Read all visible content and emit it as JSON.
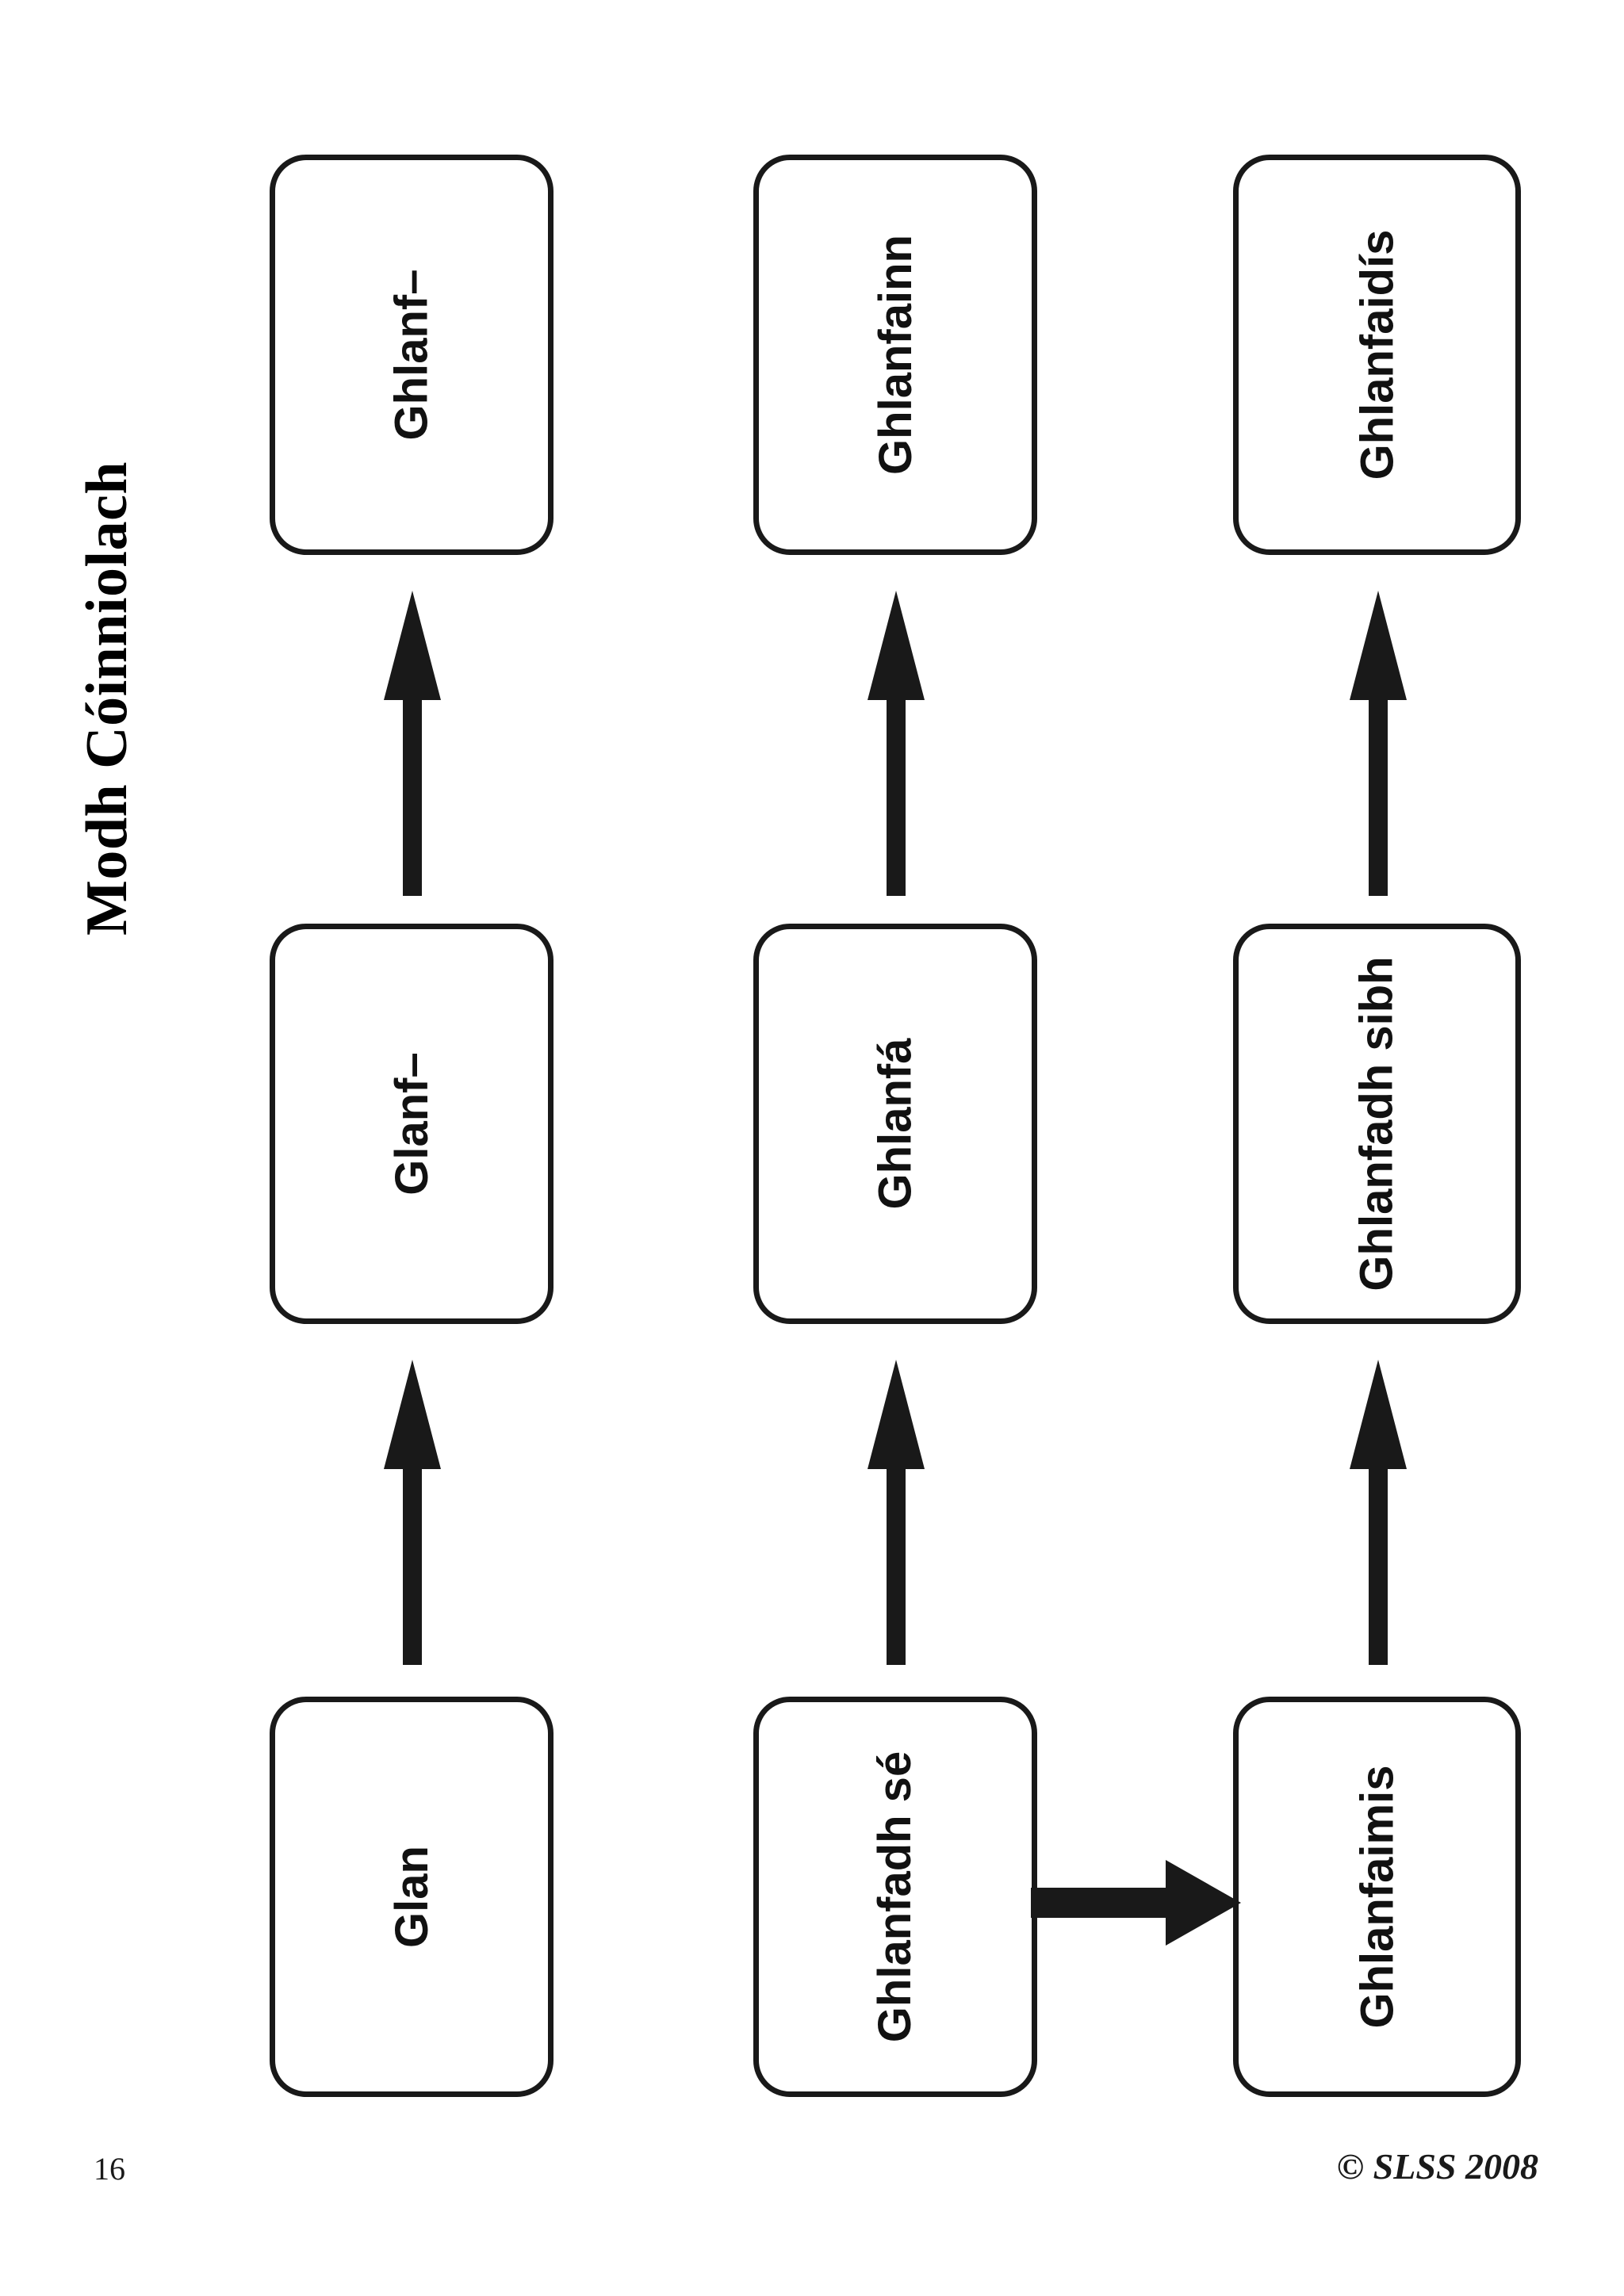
{
  "document": {
    "title": "Modh Cóinniolach",
    "footer": {
      "page_number": "16",
      "copyright": "© SLSS 2008"
    }
  },
  "diagram": {
    "type": "flow",
    "rows": [
      {
        "name": "row-1",
        "cells": [
          {
            "id": "glan",
            "label": "Glan"
          },
          {
            "id": "glanf-dash",
            "label": "Glanf–"
          },
          {
            "id": "ghlanf-dash",
            "label": "Ghlanf–"
          }
        ]
      },
      {
        "name": "row-2",
        "cells": [
          {
            "id": "ghlanfadh-se",
            "label": "Ghlanfadh sé"
          },
          {
            "id": "ghlanfa",
            "label": "Ghlanfá"
          },
          {
            "id": "ghlanfainn",
            "label": "Ghlanfainn"
          }
        ]
      },
      {
        "name": "row-3",
        "cells": [
          {
            "id": "ghlanfaimis",
            "label": "Ghlanfaimis"
          },
          {
            "id": "ghlanfadh-sibh",
            "label": "Ghlanfadh sibh"
          },
          {
            "id": "ghlanfaidis",
            "label": "Ghlanfaidís"
          }
        ]
      }
    ],
    "arrows": [
      {
        "id": "arrow-glan-to-glanf",
        "direction": "up",
        "from": "glan",
        "to": "glanf-dash"
      },
      {
        "id": "arrow-glanf-to-ghlanf",
        "direction": "up",
        "from": "glanf-dash",
        "to": "ghlanf-dash"
      },
      {
        "id": "arrow-ghlanfadh-se-to-ghlanfa",
        "direction": "up",
        "from": "ghlanfadh-se",
        "to": "ghlanfa"
      },
      {
        "id": "arrow-ghlanfa-to-ghlanfainn",
        "direction": "up",
        "from": "ghlanfa",
        "to": "ghlanfainn"
      },
      {
        "id": "arrow-ghlanfaimis-to-ghlanfadh-sibh",
        "direction": "up",
        "from": "ghlanfaimis",
        "to": "ghlanfadh-sibh"
      },
      {
        "id": "arrow-ghlanfadh-sibh-to-ghlanfaidis",
        "direction": "up",
        "from": "ghlanfadh-sibh",
        "to": "ghlanfaidis"
      },
      {
        "id": "arrow-ghlanfadh-se-to-ghlanfaimis",
        "direction": "right",
        "from": "ghlanfadh-se",
        "to": "ghlanfaimis"
      }
    ]
  },
  "colors": {
    "ink": "#191919",
    "paper": "#ffffff",
    "text": "#111111"
  }
}
